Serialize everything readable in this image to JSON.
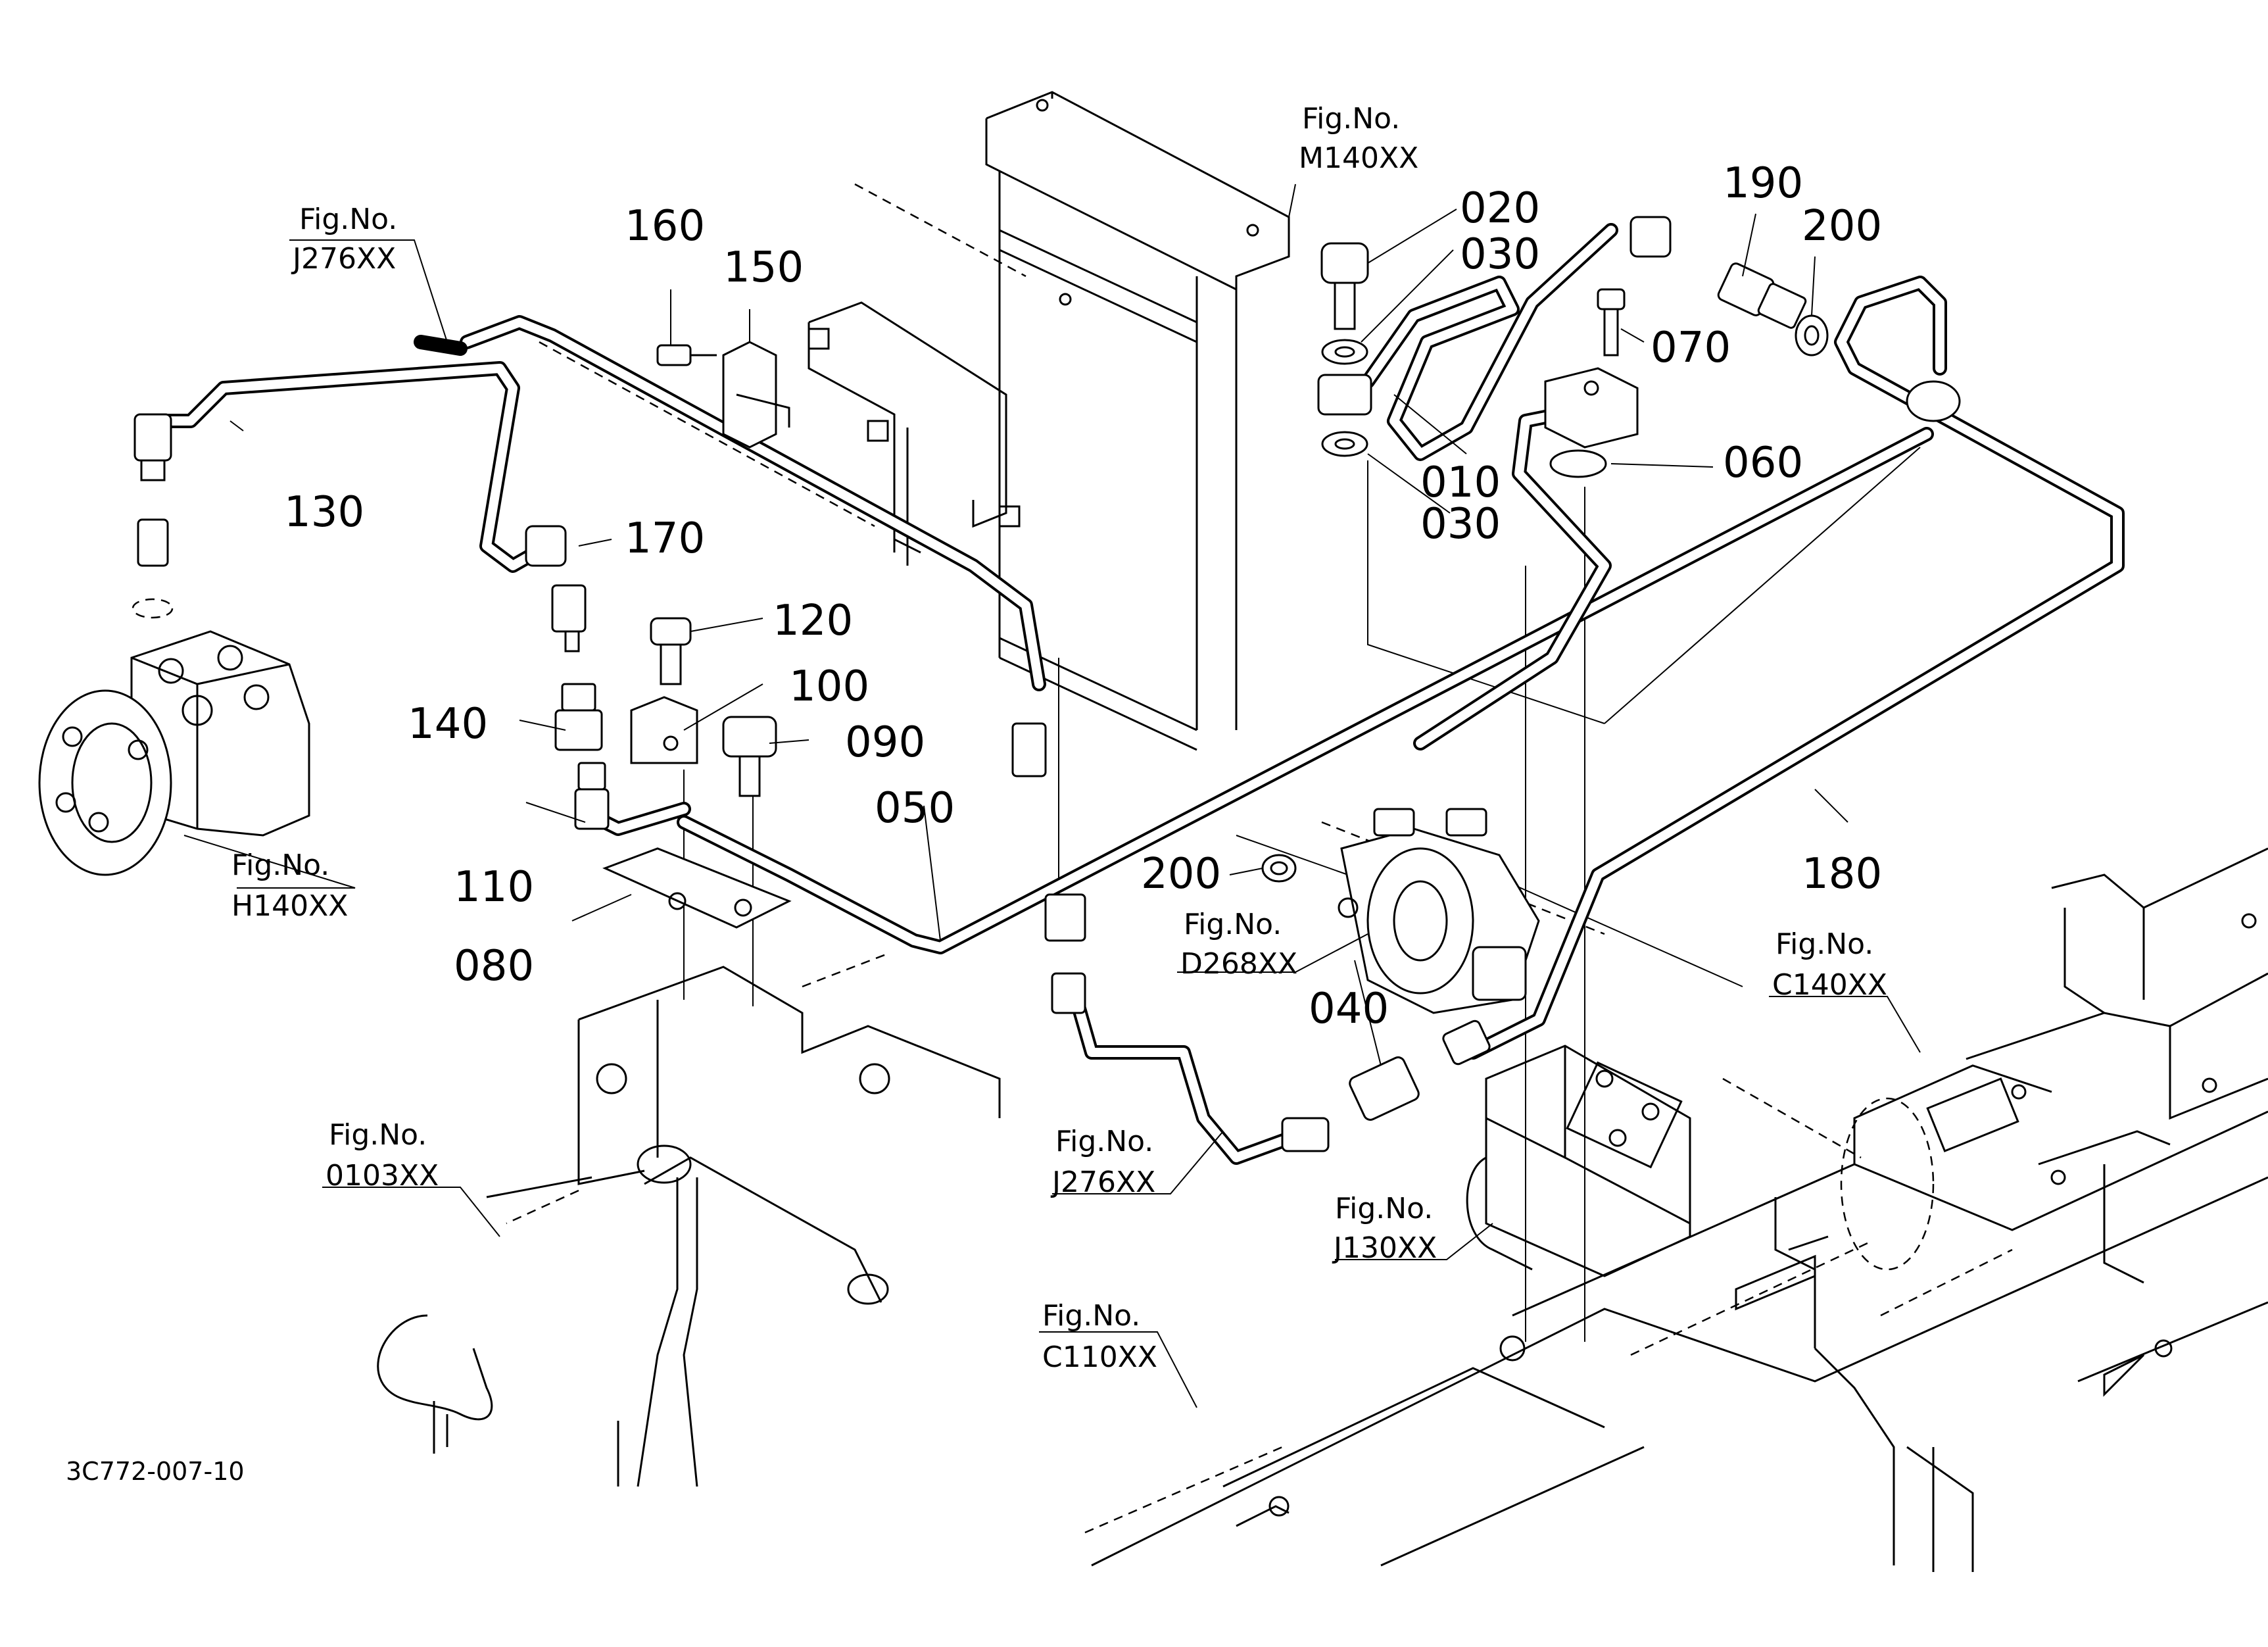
{
  "drawing_code": "3C772-007-10",
  "fig_prefix": "Fig.No.",
  "part_numbers": [
    "010",
    "020",
    "030",
    "030",
    "040",
    "050",
    "060",
    "070",
    "080",
    "090",
    "100",
    "110",
    "120",
    "130",
    "140",
    "150",
    "160",
    "170",
    "180",
    "190",
    "200",
    "200"
  ],
  "figure_refs": [
    "J276XX",
    "M140XX",
    "H140XX",
    "D268XX",
    "J276XX",
    "0103XX",
    "C140XX",
    "J130XX",
    "C110XX"
  ]
}
